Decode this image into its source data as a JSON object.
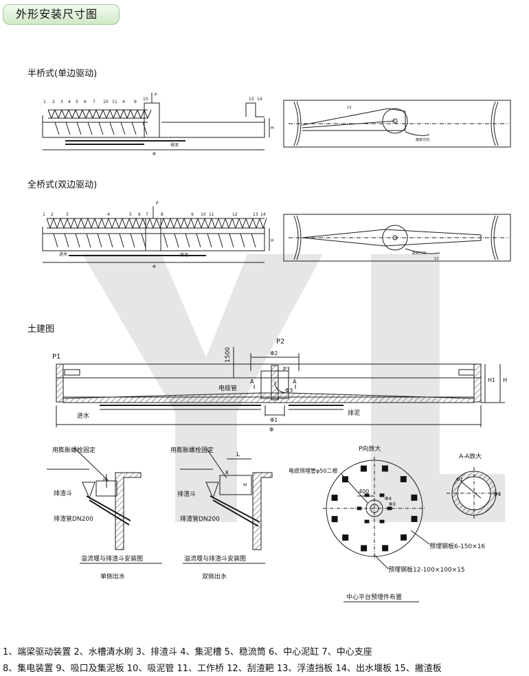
{
  "header": {
    "title": "外形安装尺寸图"
  },
  "sections": {
    "half_bridge": "半桥式(单边驱动)",
    "full_bridge": "全桥式(双边驱动)",
    "civil": "土建图"
  },
  "half_bridge": {
    "callouts": [
      "1",
      "2",
      "3",
      "4",
      "5",
      "6",
      "7",
      "10",
      "11",
      "4",
      "9",
      "13",
      "14",
      "15",
      "P",
      "H",
      "Φ"
    ],
    "text": {
      "outlet": "排泥",
      "rotation": "旋转方向"
    }
  },
  "full_bridge": {
    "callouts": [
      "1",
      "2",
      "3",
      "4",
      "5",
      "6",
      "7",
      "8",
      "9",
      "10",
      "11",
      "12",
      "13",
      "14",
      "P",
      "H",
      "Φ",
      "12"
    ],
    "text": {
      "inlet": "进水",
      "outlet": "排泥",
      "rotation": "旋转方向"
    }
  },
  "civil": {
    "p1": "P1",
    "p2": "P2",
    "dim_1500": "1500",
    "phi2": "Φ2",
    "p3": "P3",
    "phi3": "Φ3",
    "cable_pipe": "电缆管",
    "inlet": "进水",
    "sludge": "排泥",
    "phi1": "Φ1",
    "phi": "Φ",
    "h1": "H1",
    "h": "H",
    "section_a": "A"
  },
  "details": {
    "single": {
      "bolt": "用膨胀螺栓固定",
      "hopper": "排渣斗",
      "pipe": "排渣管DN200",
      "caption": "溢流堰与排渣斗安装图",
      "sub": "单侧出水",
      "dim_h": "H"
    },
    "double": {
      "bolt": "用膨胀螺栓固定",
      "hopper": "排渣斗",
      "pipe": "排渣管DN200",
      "caption": "溢流堰与排渣斗安装图",
      "sub": "双侧出水",
      "dim_l": "L",
      "dim_b": "B",
      "dim_h": "H"
    },
    "p_view": {
      "title": "P向放大",
      "cable": "电缆预埋管φ50二根",
      "dim_400": "400",
      "phi4": "Φ4",
      "phi3": "Φ3",
      "plate1": "预埋钢板6-150×16",
      "plate2": "预埋钢板12-100×100×15",
      "caption": "中心平台预埋件布置"
    },
    "aa_view": {
      "title": "A-A放大",
      "phi1": "Φ1",
      "phi4": "Φ4"
    }
  },
  "legend": {
    "line1": "1、端梁驱动装置  2、水槽清水刷  3、排渣斗  4、集泥槽  5、稳流筒  6、中心泥缸  7、中心支座",
    "line2": "8、集电装置  9、吸口及集泥板  10、吸泥管  11、工作桥  12、刮渣耙  13、浮渣挡板  14、出水堰板  15、撇渣板"
  },
  "colors": {
    "line": "#1a1a1a",
    "badge_bg": "#d6ecd0",
    "watermark": "#e3e3e3"
  }
}
